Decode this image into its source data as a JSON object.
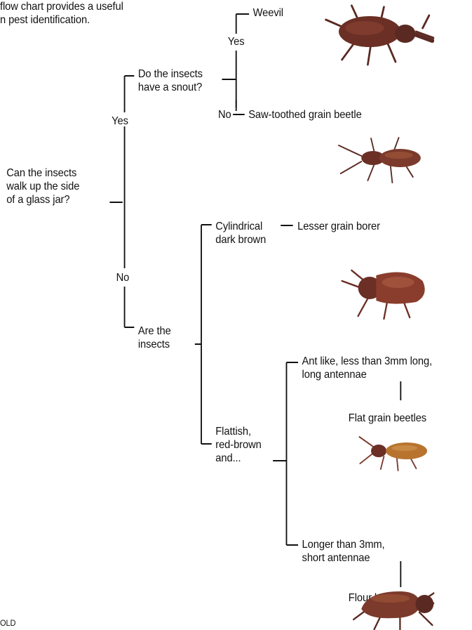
{
  "intro": "flow chart provides a useful\nn pest identification.",
  "q_glass": "Can the insects\nwalk up the side\nof a glass jar?",
  "yes_1": "Yes",
  "no_1": "No",
  "q_snout": "Do the insects\nhave a snout?",
  "yes_2": "Yes",
  "weevil": "Weevil",
  "no_2": "No",
  "saw_toothed": "Saw-toothed grain beetle",
  "q_are": "Are the\ninsects",
  "cylindrical": "Cylindrical\ndark brown",
  "lesser_grain_borer": "Lesser grain borer",
  "flattish": "Flattish,\nred-brown\nand...",
  "ant_like": "Ant like, less than 3mm long,\nlong antennae",
  "flat_grain": "Flat grain beetles",
  "longer": "Longer than 3mm,\nshort antennae",
  "flour": "Flour beetles",
  "footer": "OLD",
  "colors": {
    "line": "#111111",
    "beetle_dark": "#5a2a22",
    "beetle_mid": "#7b3a2c",
    "beetle_light": "#a55a3a",
    "beetle_tan": "#b8742f"
  },
  "icons": [
    "weevil-image",
    "saw-toothed-beetle-image",
    "lesser-grain-borer-image",
    "flat-grain-beetle-image",
    "flour-beetle-image"
  ]
}
